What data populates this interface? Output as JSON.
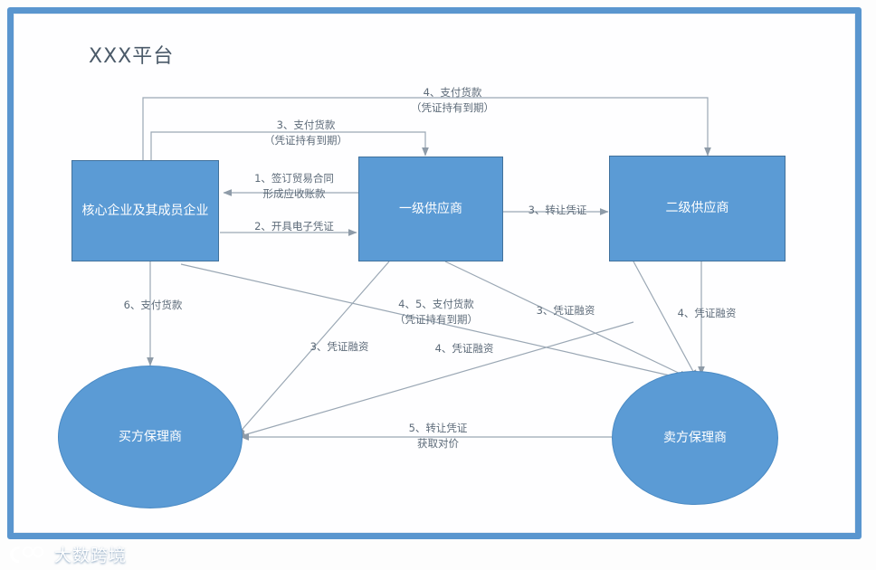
{
  "title": "XXX平台",
  "nodes": {
    "core": "核心企业及其成员企业",
    "supplier1": "一级供应商",
    "supplier2": "二级供应商",
    "buyer_factor": "买方保理商",
    "seller_factor": "卖方保理商"
  },
  "labels": {
    "pay_goods_3": "3、支付货款\n（凭证持有到期）",
    "pay_goods_4": "4、支付货款\n（凭证持有到期）",
    "contract_1": "1、签订贸易合同\n形成应收账款",
    "issue_voucher_2": "2、开具电子凭证",
    "transfer_voucher_3": "3、转让凭证",
    "pay_goods_6": "6、支付货款",
    "pay_goods_45": "4、5、支付货款\n（凭证持有到期）",
    "financing_3_left": "3、凭证融资",
    "financing_3_right": "3、凭证融资",
    "financing_4_center": "4、凭证融资",
    "financing_4_right": "4、凭证融资",
    "transfer_voucher_5": "5、转让凭证\n获取对价"
  },
  "watermark": {
    "text": "大数跨境",
    "logo_icon": "dashu-logo-icon"
  },
  "colors": {
    "node_fill": "#5b9bd5",
    "node_border": "#41719c",
    "frame_blue": "#5a96cf",
    "line": "#9aa7b4",
    "title_text": "#4b5a69",
    "label_text": "#5d6b79"
  }
}
